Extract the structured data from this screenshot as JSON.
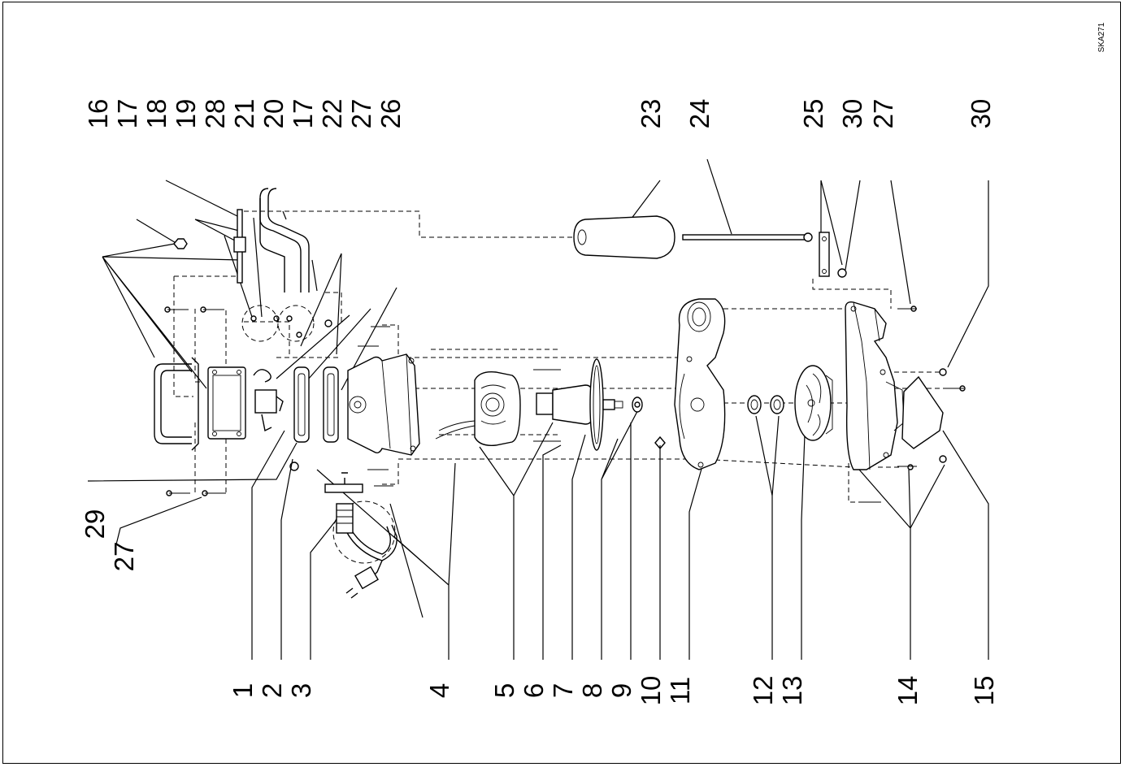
{
  "drawing_code": "SKA271",
  "bottom_callouts": [
    "1",
    "2",
    "3",
    "4",
    "5",
    "6",
    "7",
    "8",
    "9",
    "10",
    "11",
    "12",
    "13",
    "14",
    "15"
  ],
  "top_callouts": [
    "16",
    "17",
    "18",
    "19",
    "28",
    "21",
    "20",
    "17",
    "22",
    "27",
    "26",
    "23",
    "24",
    "25",
    "30",
    "27",
    "30"
  ],
  "left_callouts": [
    "29",
    "27"
  ]
}
